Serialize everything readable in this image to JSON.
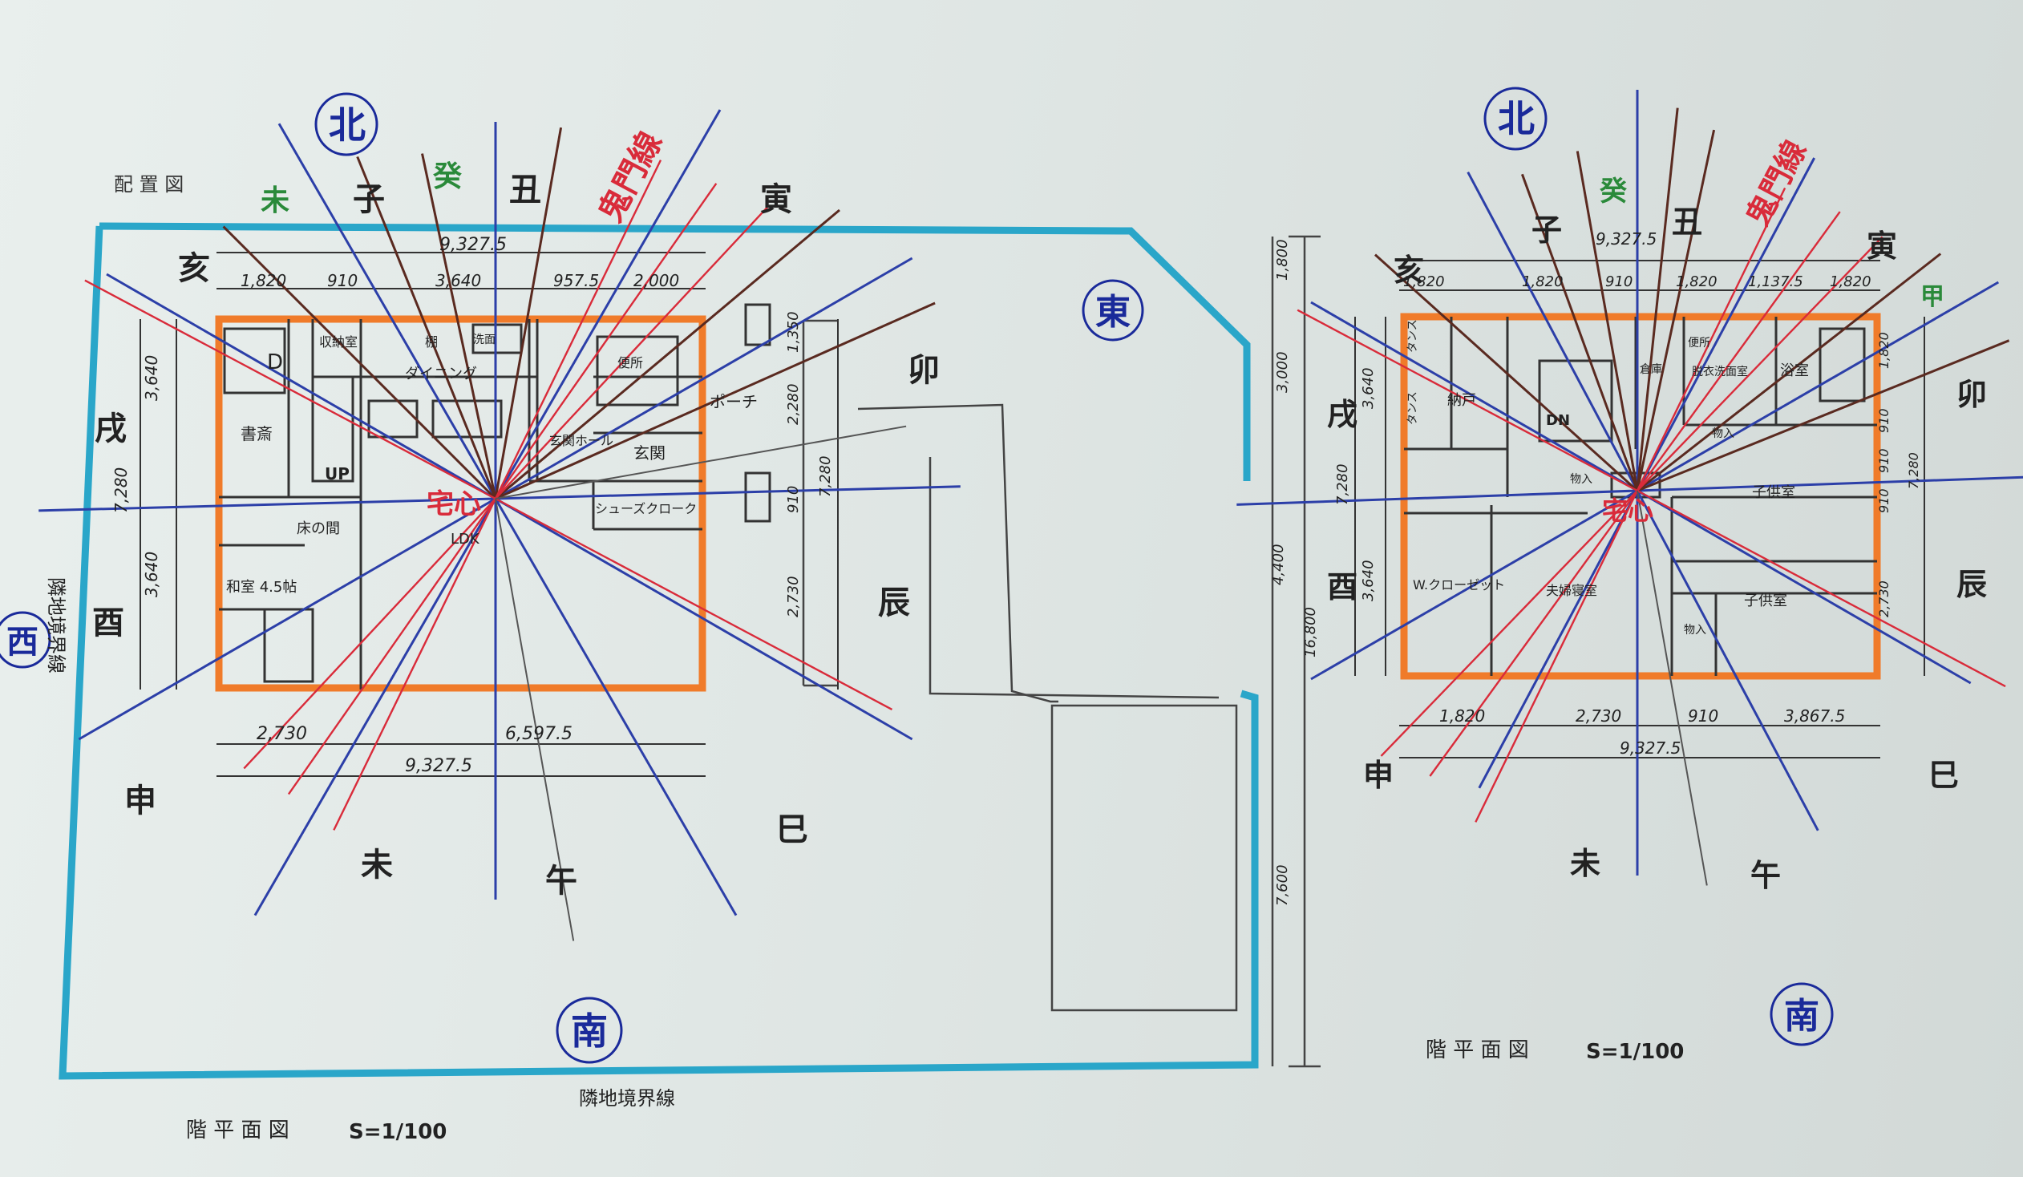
{
  "titles": {
    "site_plan": "配 置 図",
    "plan1": "階 平 面 図",
    "scale1": "S=1/100",
    "plan2": "階 平 面 図",
    "scale2": "S=1/100",
    "boundary_bottom": "隣地境界線",
    "boundary_left": "隣地境界線"
  },
  "left_plan": {
    "kimon": "鬼門線",
    "center": "宅心",
    "ldk": "LDK",
    "circled": {
      "north": "北",
      "east": "東",
      "west": "西",
      "south": "南"
    },
    "directions": {
      "mi": "未",
      "ne": "子",
      "ushi": "丑",
      "tora": "寅",
      "u": "卯",
      "tatsu": "辰",
      "mi_snake": "巳",
      "uma": "午",
      "hitsuji": "未",
      "saru": "申",
      "tori": "酉",
      "inu": "戌",
      "i": "亥",
      "kanoe": "癸"
    },
    "top_dims": [
      "9,327.5",
      "1,820",
      "910",
      "3,640",
      "957.5",
      "2,000"
    ],
    "bottom_dims": [
      "2,730",
      "6,597.5",
      "9,327.5"
    ],
    "left_dims": [
      "3,640",
      "7,280",
      "3,640"
    ],
    "right_dims": [
      "1,350",
      "2,280",
      "910",
      "7,280",
      "2,730"
    ],
    "rooms": {
      "study": "書斎",
      "up": "UP",
      "storage": "収納室",
      "dining": "ダイニング",
      "shelf": "棚",
      "washroom": "洗面",
      "wc": "便所",
      "entrance_hall": "玄関ホール",
      "genkan": "玄関",
      "porch": "ポーチ",
      "shoes": "シューズクローク",
      "kitchen_d": "D",
      "tokonoma": "床の間",
      "washitsu": "和室 4.5帖"
    }
  },
  "site": {
    "right_dims": [
      "1,800",
      "3,000",
      "4,400",
      "16,800",
      "7,600"
    ]
  },
  "right_plan": {
    "kimon": "鬼門線",
    "center": "宅心",
    "circled": {
      "north": "北",
      "south": "南"
    },
    "directions": {
      "ne": "子",
      "ushi": "丑",
      "tora": "寅",
      "u": "卯",
      "tatsu": "辰",
      "mi_snake": "巳",
      "uma": "午",
      "hitsuji": "未",
      "saru": "申",
      "tori": "酉",
      "inu": "戌",
      "i": "亥",
      "kanoe": "癸",
      "kou": "甲"
    },
    "top_dims": [
      "9,327.5",
      "1,820",
      "1,820",
      "910",
      "1,820",
      "1,137.5",
      "1,820"
    ],
    "bottom_dims": [
      "1,820",
      "2,730",
      "910",
      "3,867.5",
      "9,327.5"
    ],
    "left_dims": [
      "3,640",
      "7,280",
      "3,640"
    ],
    "right_dims": [
      "1,820",
      "910",
      "910",
      "910",
      "7,280",
      "2,730"
    ],
    "rooms": {
      "tansu1": "タンス",
      "tansu2": "タンス",
      "nando": "納戸",
      "dn": "DN",
      "wc": "便所",
      "storage2": "倉庫",
      "wash": "脱衣洗面室",
      "bath": "浴室",
      "closet1": "物入",
      "closet2": "物入",
      "closet3": "物入",
      "child1": "子供室",
      "child2": "子供室",
      "walkin": "W.クローゼット",
      "master": "夫婦寝室"
    }
  }
}
